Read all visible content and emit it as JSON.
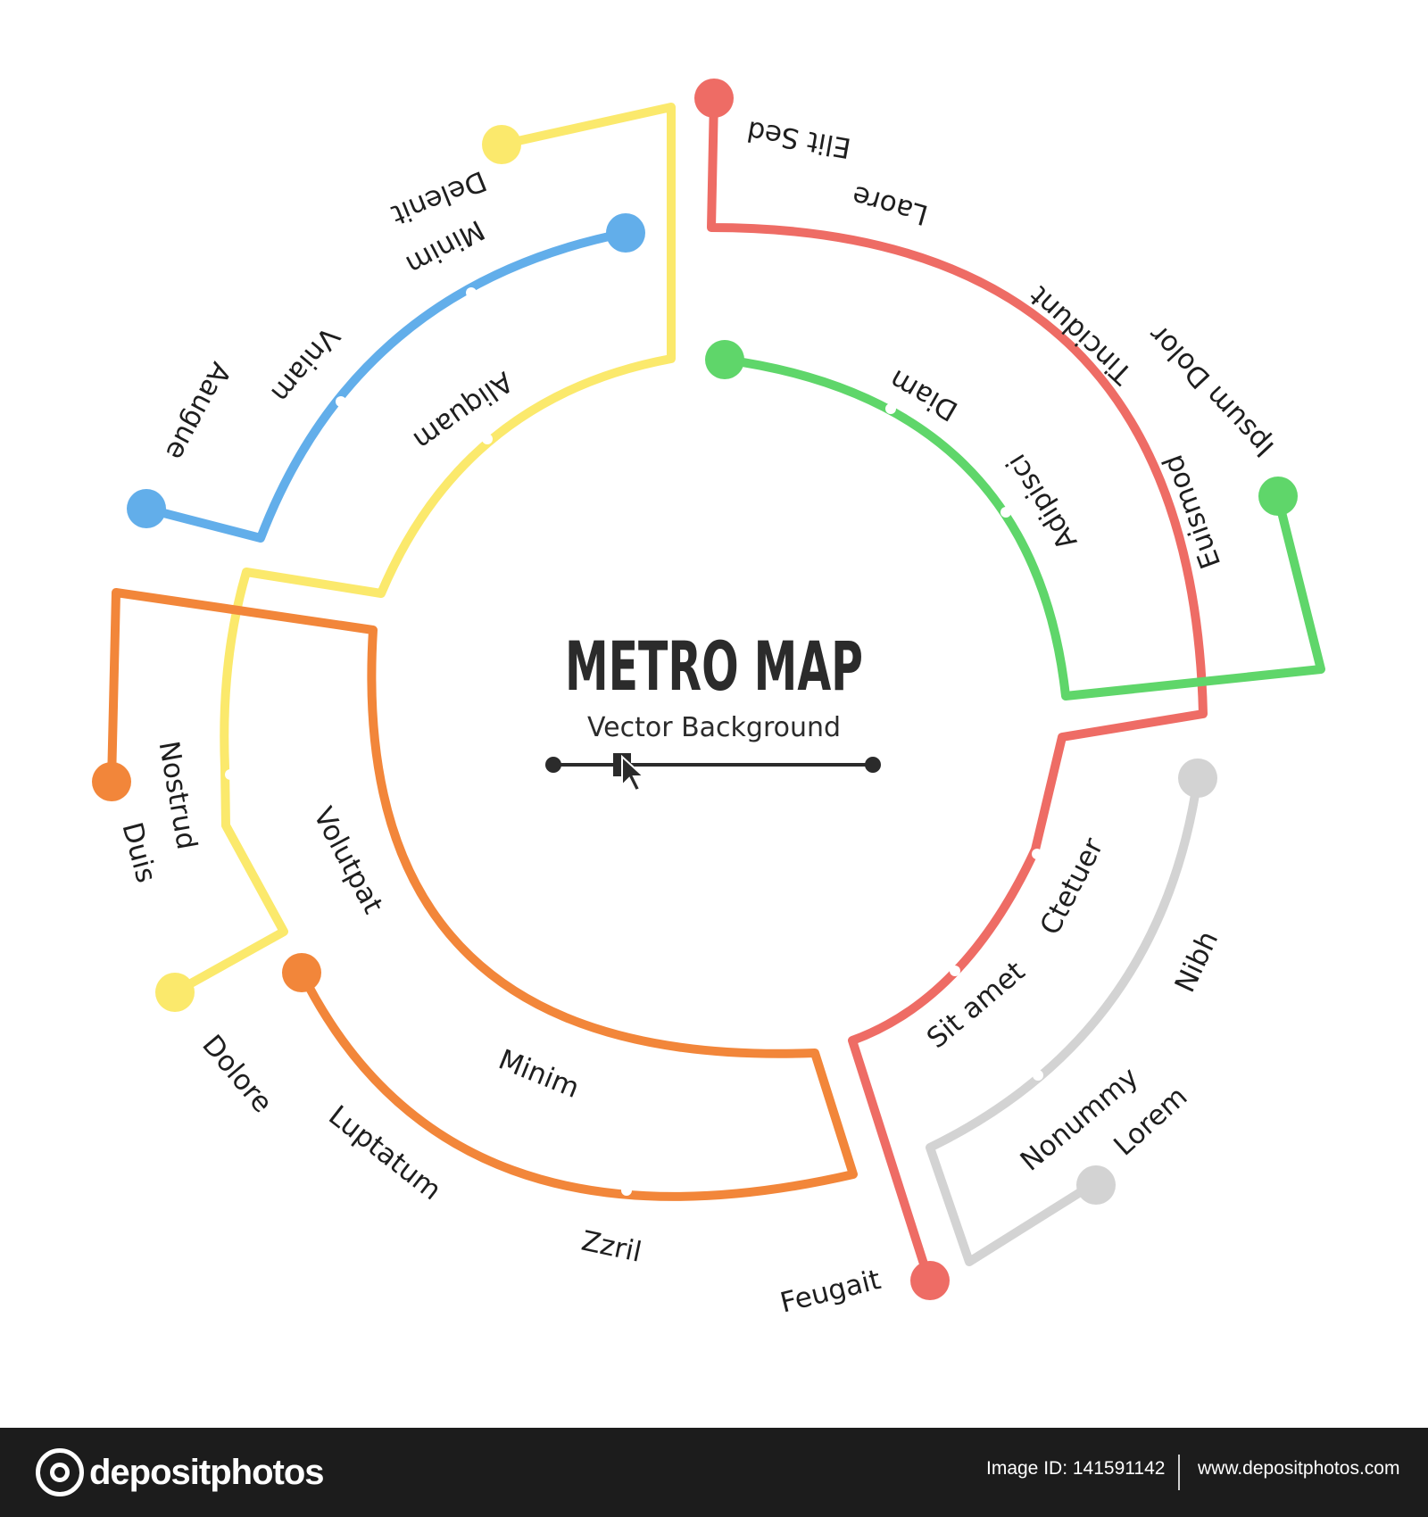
{
  "title": "METRO MAP",
  "subtitle": "Vector Background",
  "lines": [
    {
      "id": "red",
      "color": "#ee6c65"
    },
    {
      "id": "yellow",
      "color": "#fbe96c"
    },
    {
      "id": "blue",
      "color": "#62aeea"
    },
    {
      "id": "green",
      "color": "#5fd66a"
    },
    {
      "id": "orange",
      "color": "#f2863a"
    },
    {
      "id": "gray",
      "color": "#d3d3d3"
    }
  ],
  "stations": [
    {
      "id": "elit-sed",
      "label": "Elit Sed"
    },
    {
      "id": "laore",
      "label": "Laore"
    },
    {
      "id": "tincidunt",
      "label": "Tincidunt"
    },
    {
      "id": "ipsum-dolor",
      "label": "Ipsum Dolor"
    },
    {
      "id": "euismod",
      "label": "Euismod"
    },
    {
      "id": "diam",
      "label": "Diam"
    },
    {
      "id": "adipisci",
      "label": "Adipisci"
    },
    {
      "id": "minim-top",
      "label": "Minim"
    },
    {
      "id": "delenit",
      "label": "Delenit"
    },
    {
      "id": "vniam",
      "label": "Vniam"
    },
    {
      "id": "aaugue",
      "label": "Aaugue"
    },
    {
      "id": "aliquam",
      "label": "Aliquam"
    },
    {
      "id": "nostrud",
      "label": "Nostrud"
    },
    {
      "id": "duis",
      "label": "Duis"
    },
    {
      "id": "volutpat",
      "label": "Volutpat"
    },
    {
      "id": "dolore",
      "label": "Dolore"
    },
    {
      "id": "minim-bottom",
      "label": "Minim"
    },
    {
      "id": "luptatum",
      "label": "Luptatum"
    },
    {
      "id": "zzril",
      "label": "Zzril"
    },
    {
      "id": "feugait",
      "label": "Feugait"
    },
    {
      "id": "ctetuer",
      "label": "Ctetuer"
    },
    {
      "id": "sit-amet",
      "label": "Sit amet"
    },
    {
      "id": "nibh",
      "label": "Nibh"
    },
    {
      "id": "nonummy",
      "label": "Nonummy"
    },
    {
      "id": "lorem",
      "label": "Lorem"
    }
  ],
  "footer": {
    "brand": "depositphotos",
    "image_id": "Image ID: 141591142",
    "site": "www.depositphotos.com"
  },
  "watermark": "depositphotos"
}
